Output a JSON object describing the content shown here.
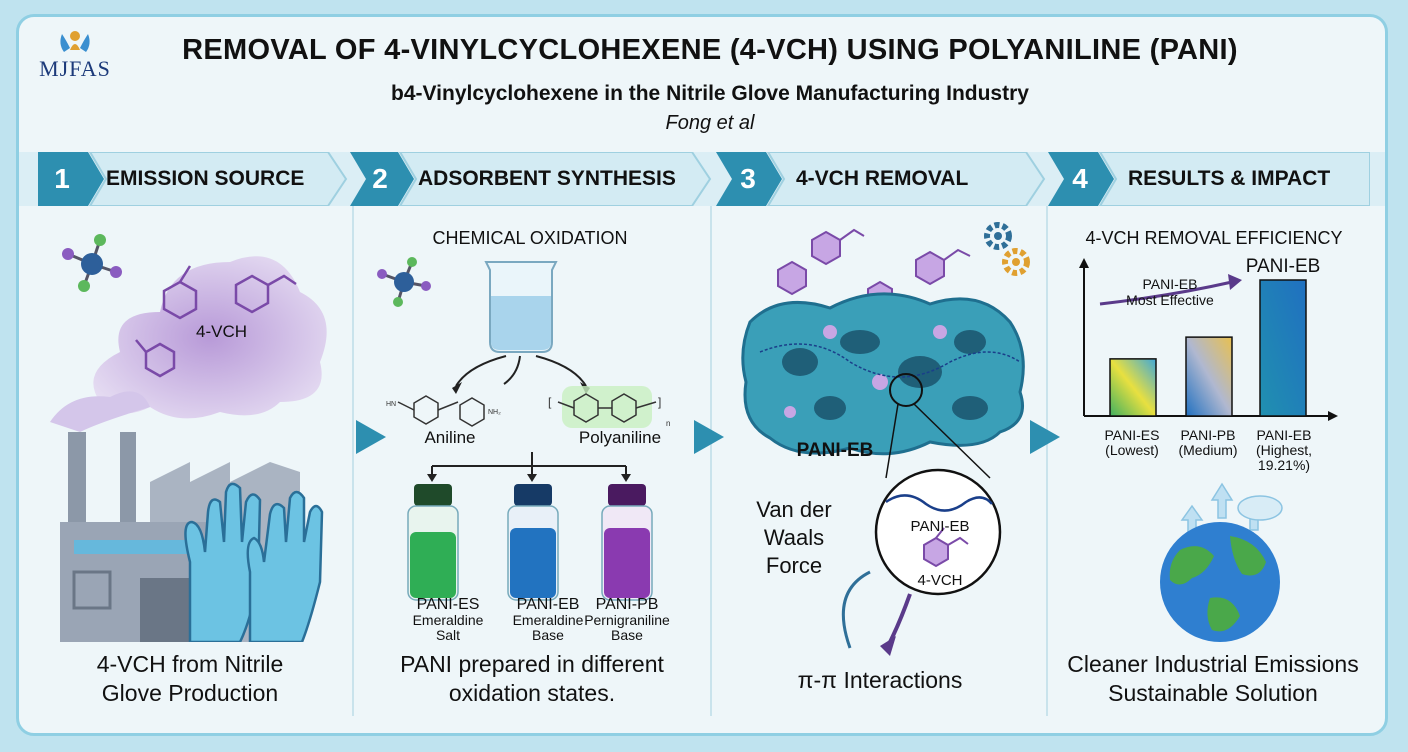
{
  "logo": {
    "text": "MJFAS"
  },
  "header": {
    "title": "REMOVAL OF 4-VINYLCYCLOHEXENE (4-VCH) USING POLYANILINE (PANI)",
    "subtitle": "b4-Vinylcyclohexene in the Nitrile Glove Manufacturing Industry",
    "author": "Fong et al"
  },
  "steps": [
    {
      "number": "1",
      "label": "EMISSION SOURCE"
    },
    {
      "number": "2",
      "label": "ADSORBENT SYNTHESIS"
    },
    {
      "number": "3",
      "label": "4-VCH REMOVAL"
    },
    {
      "number": "4",
      "label": "RESULTS & IMPACT"
    }
  ],
  "panel1": {
    "cloud_label": "4-VCH",
    "caption_line1": "4-VCH from Nitrile",
    "caption_line2": "Glove Production"
  },
  "panel2": {
    "heading": "CHEMICAL OXIDATION",
    "aniline": "Aniline",
    "polyaniline": "Polyaniline",
    "vials": [
      {
        "name": "PANI-ES",
        "line1": "Emeraldine",
        "line2": "Salt",
        "color": "#2fae55"
      },
      {
        "name": "PANI-EB",
        "line1": "Emeraldine",
        "line2": "Base",
        "color": "#2273c0"
      },
      {
        "name": "PANI-PB",
        "line1": "Pernigraniline",
        "line2": "Base",
        "color": "#8a3ab0"
      }
    ],
    "caption_line1": "PANI prepared in different",
    "caption_line2": "oxidation states."
  },
  "panel3": {
    "material_label": "PANI-EB",
    "force_line1": "Van der",
    "force_line2": "Waals",
    "force_line3": "Force",
    "inset_top": "PANI-EB",
    "inset_bottom": "4-VCH",
    "interaction": "π-π Interactions"
  },
  "panel4": {
    "heading": "4-VCH REMOVAL EFFICIENCY",
    "annotation_line1": "PANI-EB",
    "annotation_line2": "Most Effective",
    "top_label": "PANI-EB",
    "bars": [
      {
        "name": "PANI-ES",
        "note": "(Lowest)",
        "level": 0.42
      },
      {
        "name": "PANI-PB",
        "note": "(Medium)",
        "level": 0.58
      },
      {
        "name": "PANI-EB",
        "note": "(Highest,",
        "note2": "19.21%)",
        "level": 1.0
      }
    ],
    "caption_line1": "Cleaner Industrial Emissions",
    "caption_line2": "Sustainable Solution"
  },
  "colors": {
    "accent": "#2d8fb0",
    "accent_dark": "#1f6f8f",
    "purple": "#8a5cc0",
    "teal": "#3a9fb8"
  }
}
